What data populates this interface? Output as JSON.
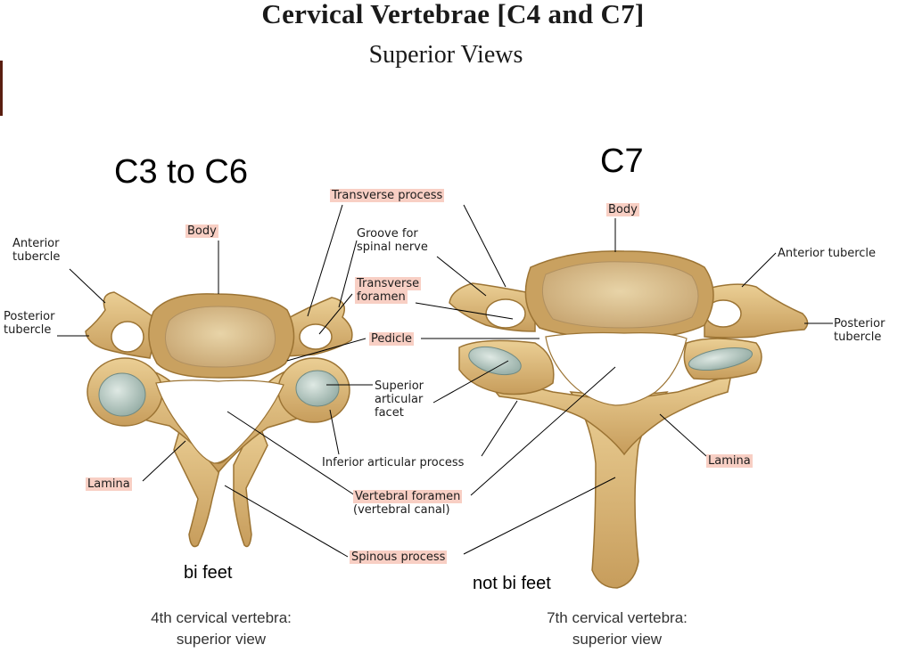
{
  "title": "Cervical Vertebrae [C4 and C7]",
  "subtitle": "Superior Views",
  "heading_left": "C3 to C6",
  "heading_right": "C7",
  "labels": {
    "transverse_process": "Transverse process",
    "body_left": "Body",
    "body_right": "Body",
    "groove": "Groove for spinal nerve",
    "groove_line1": "Groove for",
    "groove_line2": "spinal nerve",
    "anterior_tubercle_l1": "Anterior",
    "anterior_tubercle_l2": "tubercle",
    "anterior_tubercle_right": "Anterior tubercle",
    "transverse_foramen_l1": "Transverse",
    "transverse_foramen_l2": "foramen",
    "posterior_tubercle_l1": "Posterior",
    "posterior_tubercle_l2": "tubercle",
    "pedicle": "Pedicle",
    "superior_articular_l1": "Superior",
    "superior_articular_l2": "articular",
    "superior_articular_l3": "facet",
    "inferior_articular": "Inferior articular process",
    "lamina_left": "Lamina",
    "lamina_right": "Lamina",
    "vertebral_foramen_l1": "Vertebral foramen",
    "vertebral_foramen_l2": "(vertebral canal)",
    "spinous_process": "Spinous process"
  },
  "notes": {
    "left": "bi feet",
    "right": "not bi feet"
  },
  "captions": {
    "left_l1": "4th cervical vertebra:",
    "left_l2": "superior view",
    "right_l1": "7th cervical vertebra:",
    "right_l2": "superior view"
  },
  "colors": {
    "bone": "#d9b47a",
    "bone_dark": "#a47a3d",
    "bone_light": "#f0dcb0",
    "facet": "#b8ccc4",
    "highlight": "#f8cfc4"
  }
}
